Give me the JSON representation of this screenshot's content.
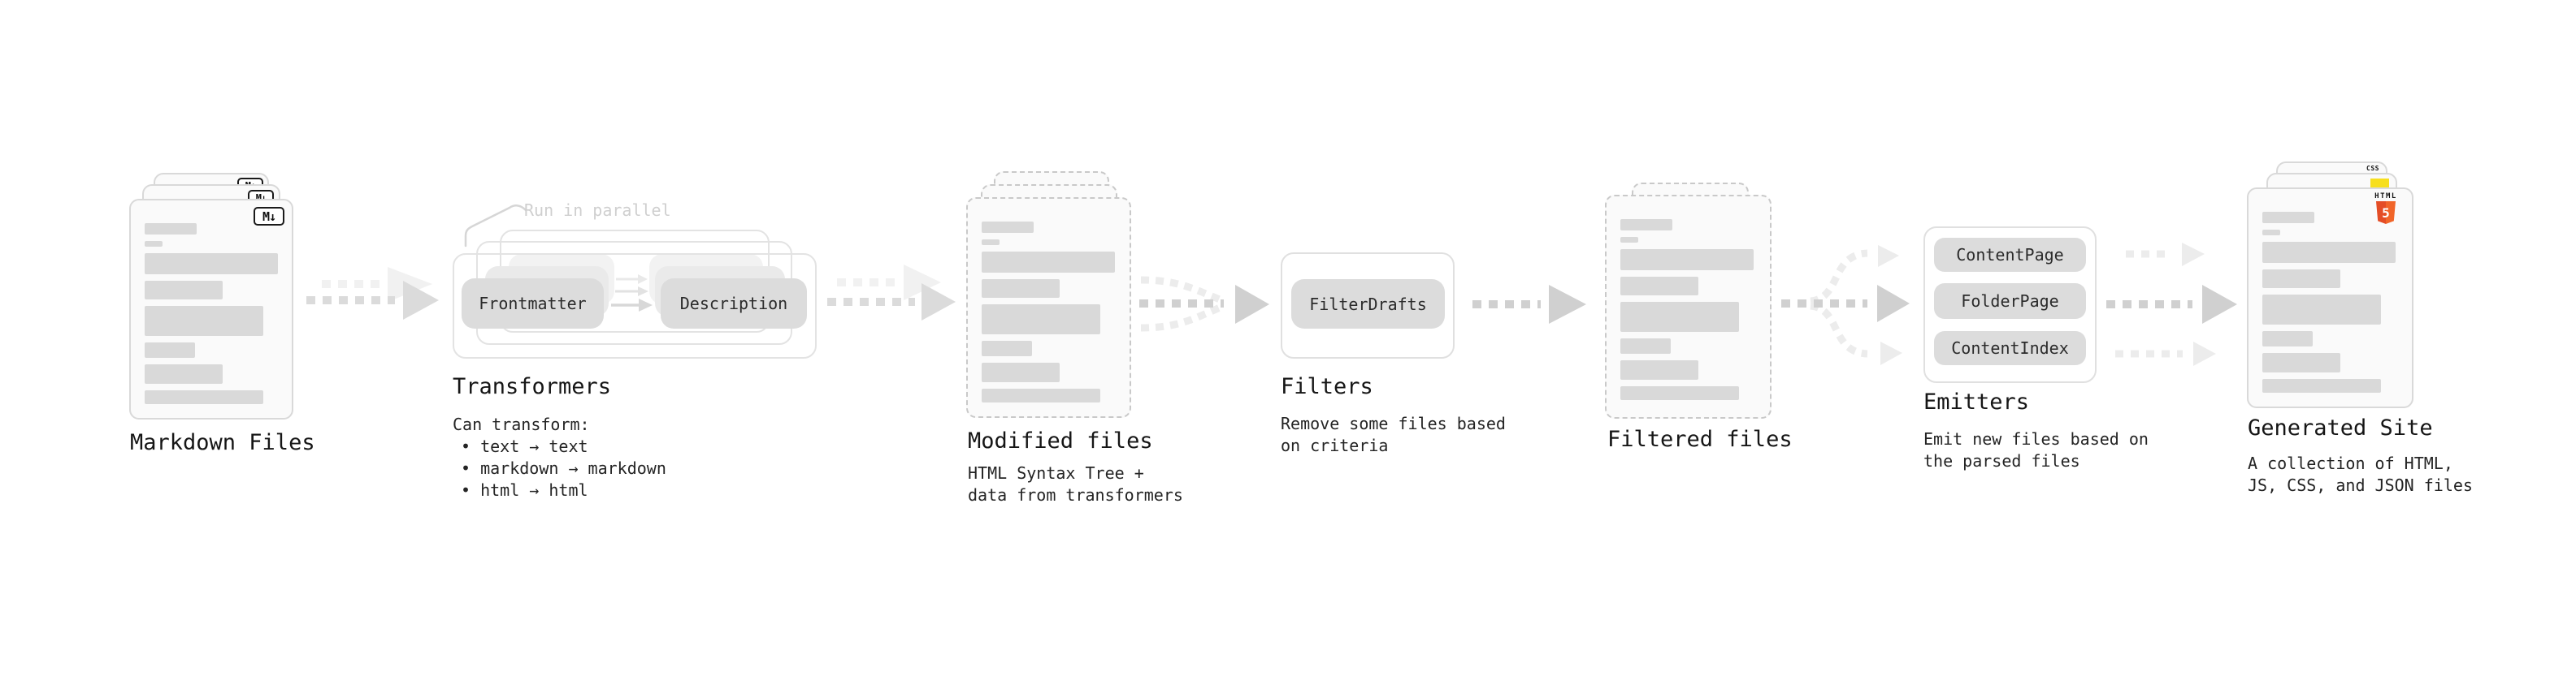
{
  "colors": {
    "background": "#ffffff",
    "placeholder_gray": "#d9d9d9",
    "pill_gray": "#dcdcdc",
    "arrow_gray": "#d0d0d0",
    "html5_orange": "#e44d26",
    "html5_orange_light": "#f16529",
    "js_yellow": "#f7df1e",
    "css_blue": "#2f6bf2"
  },
  "stages": {
    "markdown": {
      "title": "Markdown Files",
      "badge": "M↓"
    },
    "transformers": {
      "title": "Transformers",
      "note": "Run in parallel",
      "input_pill": "Frontmatter",
      "output_pill": "Description",
      "sub": [
        "Can transform:",
        "• text → text",
        "• markdown → markdown",
        "• html → html"
      ]
    },
    "modified": {
      "title": "Modified files",
      "sub": [
        "HTML Syntax Tree +",
        "data from transformers"
      ]
    },
    "filters": {
      "title": "Filters",
      "pill": "FilterDrafts",
      "sub": [
        "Remove some files based",
        "on criteria"
      ]
    },
    "filtered": {
      "title": "Filtered files"
    },
    "emitters": {
      "title": "Emitters",
      "pills": [
        "ContentPage",
        "FolderPage",
        "ContentIndex"
      ],
      "sub": [
        "Emit new files based on",
        "the parsed files"
      ]
    },
    "generated": {
      "title": "Generated Site",
      "sub": [
        "A collection of HTML,",
        "JS, CSS, and JSON files"
      ],
      "css_badge": "CSS",
      "html_badge_label": "HTML",
      "html_badge_number": "5"
    }
  }
}
